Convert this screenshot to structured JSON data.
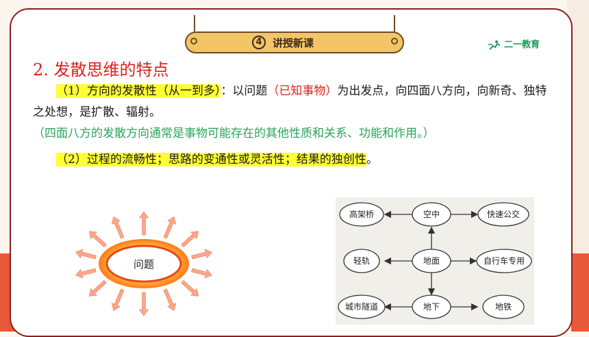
{
  "header": {
    "section_number": "4",
    "section_title": "讲授新课",
    "logo_text": "二一教育"
  },
  "content": {
    "heading": "2. 发散思维的特点",
    "para1": {
      "label": "（1）方向的发散性（从一到多）",
      "text_a": "：以问题",
      "red_note": "（已知事物）",
      "text_b": "为出发点，向四面八方向，向新奇、独特之处想，是扩散、辐射。",
      "green_note": "（四面八方的发散方向通常是事物可能存在的其他性质和关系、功能和作用。）"
    },
    "para2": {
      "highlighted": "（2）过程的流畅性；思路的变通性或灵活性；结果的独创性",
      "end": "。"
    }
  },
  "burst": {
    "center_label": "问题"
  },
  "diagram": {
    "nodes": {
      "top_left": "高架桥",
      "top_center": "空中",
      "top_right": "快速公交",
      "mid_left": "轻轨",
      "mid_center": "地面",
      "mid_right": "自行车专用",
      "bot_left": "城市隧道",
      "bot_center": "地下",
      "bot_right": "地铁"
    }
  },
  "colors": {
    "accent_red": "#e0201c",
    "highlight": "#ffff33",
    "note_green": "#2aa45a",
    "pill": "#f3c566",
    "frame": "#8b1e1e"
  }
}
